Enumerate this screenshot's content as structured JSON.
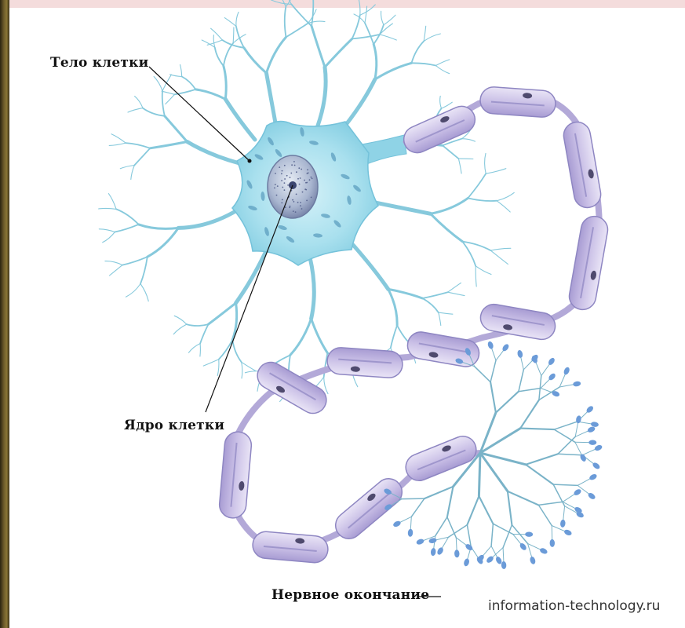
{
  "labels": {
    "cell_body": "Тело клетки",
    "cell_nucleus": "Ядро клетки",
    "nerve_ending": "Нервное окончание"
  },
  "watermark": "information-technology.ru",
  "colors": {
    "soma": "#9fdcec",
    "soma_edge": "#74c2da",
    "dendrite": "#86c9dc",
    "myelin": "#cfc6ea",
    "myelin_edge": "#8e86c2",
    "node_dot": "#4f4a6e",
    "terminal": "#7ab3c8",
    "terminal_tip": "#6b9bd8"
  }
}
